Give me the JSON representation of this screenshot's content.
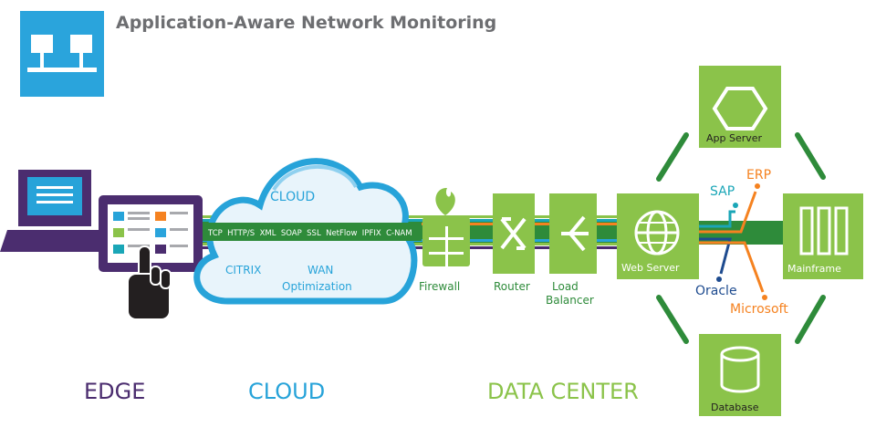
{
  "header": {
    "title": "Application-Aware Network Monitoring",
    "logo_icon": "network-monitor-icon"
  },
  "edge": {
    "label": "EDGE",
    "devices": [
      "laptop-icon",
      "tablet-icon",
      "hand-touch-icon"
    ]
  },
  "cloud": {
    "label": "CLOUD",
    "cloud_title": "CLOUD",
    "protocols": "TCP  HTTP/S  XML  SOAP  SSL  NetFlow  IPFIX  C-NAM",
    "citrix": "CITRIX",
    "wan": "WAN",
    "optimization": "Optimization"
  },
  "data_center": {
    "label": "DATA CENTER",
    "firewall": "Firewall",
    "router": "Router",
    "load_balancer_1": "Load",
    "load_balancer_2": "Balancer",
    "web_server": "Web Server",
    "app_server": "App Server",
    "mainframe": "Mainframe",
    "database": "Database"
  },
  "apps": {
    "sap": "SAP",
    "erp": "ERP",
    "oracle": "Oracle",
    "microsoft": "Microsoft"
  },
  "colors": {
    "edge_purple": "#4b2d6f",
    "cloud_blue": "#27a3d9",
    "dc_green": "#8bc34a",
    "dark_green": "#2e7d32",
    "orange": "#f58220",
    "navy": "#1e4b8f",
    "teal": "#1aa6b7"
  }
}
